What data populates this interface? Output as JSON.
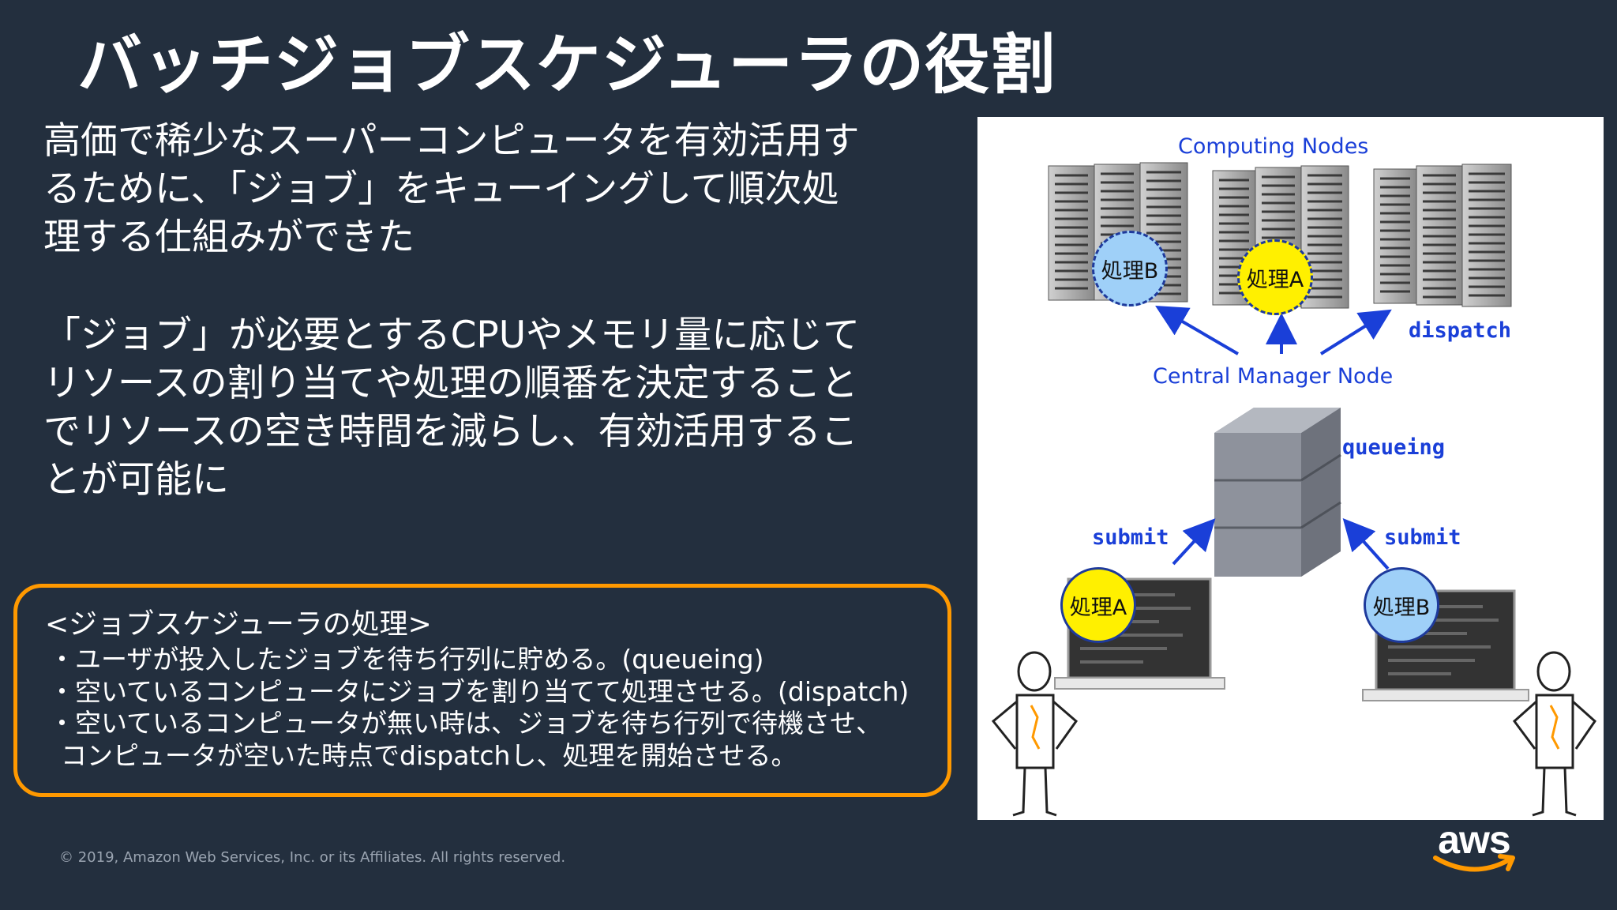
{
  "title": "バッチジョブスケジューラの役割",
  "paragraph1": [
    "高価で稀少なスーパーコンピュータを有効活用す",
    "るために、「ジョブ」をキューイングして順次処",
    "理する仕組みができた"
  ],
  "paragraph2": [
    "「ジョブ」が必要とするCPUやメモリ量に応じて",
    "リソースの割り当てや処理の順番を決定すること",
    "でリソースの空き時間を減らし、有効活用するこ",
    "とが可能に"
  ],
  "process_box": {
    "title": "<ジョブスケジューラの処理>",
    "lines": [
      "・ユーザが投入したジョブを待ち行列に貯める。(queueing)",
      "・空いているコンピュータにジョブを割り当てて処理させる。(dispatch)",
      "・空いているコンピュータが無い時は、ジョブを待ち行列で待機させ、",
      "コンピュータが空いた時点でdispatchし、処理を開始させる。"
    ]
  },
  "diagram": {
    "computing_nodes_label": "Computing Nodes",
    "central_manager_label": "Central Manager Node",
    "dispatch_label": "dispatch",
    "queueing_label": "queueing",
    "submit_left_label": "submit",
    "submit_right_label": "submit",
    "job_b_top": "処理B",
    "job_a_top": "処理A",
    "job_a_bottom": "処理A",
    "job_b_bottom": "処理B"
  },
  "colors": {
    "background": "#232f3e",
    "box_border": "#ff9900",
    "diagram_text": "#1a3fd8",
    "bubble_blue": "#9fd0f8",
    "bubble_yellow": "#fff000"
  },
  "footer": {
    "copyright": "© 2019, Amazon Web Services, Inc. or its Affiliates. All rights reserved.",
    "logo_text": "aws"
  }
}
